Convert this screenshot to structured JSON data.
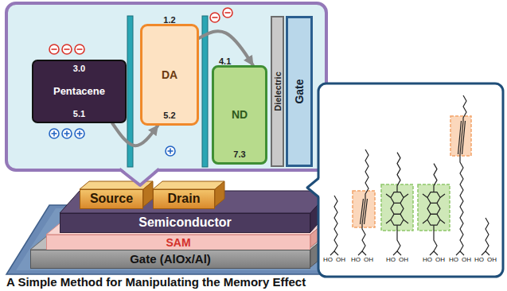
{
  "diagram": {
    "title": "A Simple Method for Manipulating the Memory Effect",
    "nodes": [
      {
        "text": [
          "3.0",
          "Pentacene",
          "5.1"
        ]
      },
      {
        "text": [
          "1.2",
          "DA",
          "5.2"
        ]
      },
      {
        "text": [
          "4.1",
          "ND",
          "7.3"
        ]
      },
      {
        "text": [
          "Dielectric"
        ]
      },
      {
        "text": [
          "Gate"
        ]
      },
      {
        "text": [
          "Source"
        ]
      },
      {
        "text": [
          "Drain"
        ]
      },
      {
        "text": [
          "Semiconductor"
        ]
      },
      {
        "text": [
          "SAM"
        ]
      },
      {
        "text": [
          "Gate (AlOx/Al)"
        ]
      }
    ],
    "edges": [
      {
        "from": 0,
        "to": 1,
        "arrow": "to"
      },
      {
        "from": 1,
        "to": 2,
        "arrow": "to"
      }
    ],
    "labels": [
      "HO",
      "OH",
      "HO",
      "OH",
      "HO",
      "OH",
      "HO",
      "OH",
      "HO",
      "OH",
      "HO",
      "OH"
    ]
  }
}
